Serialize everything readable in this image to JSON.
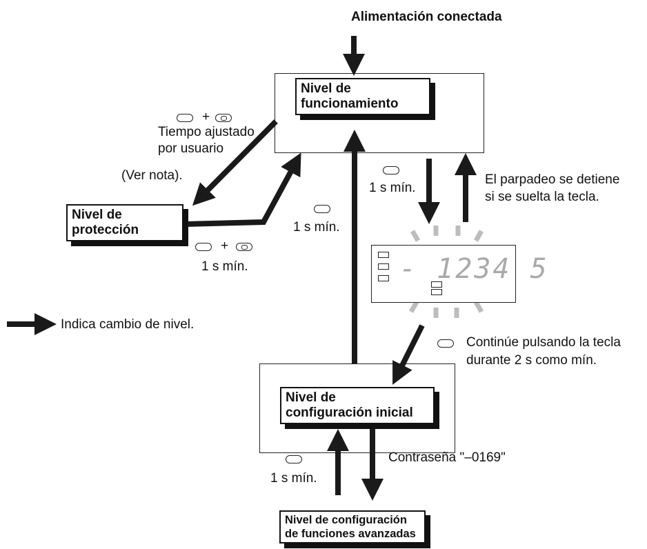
{
  "title": "Alimentación conectada",
  "levels": {
    "operation": [
      "Nivel de",
      "funcionamiento"
    ],
    "protection": [
      "Nivel de",
      "protección"
    ],
    "initial_setting": [
      "Nivel de",
      "configuración inicial"
    ],
    "advanced": [
      "Nivel de configuración",
      "de funciones avanzadas"
    ]
  },
  "labels": {
    "user_time_1": "Tiempo ajustado",
    "user_time_2": "por usuario",
    "see_note": "(Ver nota).",
    "plus": "+",
    "one_s_min": "1 s mín.",
    "blink_1": "El parpadeo se detiene",
    "blink_2": "si se suelta la tecla.",
    "hold_1": "Continúe pulsando la tecla",
    "hold_2": "durante 2 s como mín.",
    "password": "Contraseña \"–0169\"",
    "legend": "Indica cambio de nivel."
  },
  "display": {
    "value": "- 1234 5"
  },
  "colors": {
    "arrow": "#1a1a1a",
    "blink": "#bdbdbd",
    "segment": "#aaaaaa"
  }
}
